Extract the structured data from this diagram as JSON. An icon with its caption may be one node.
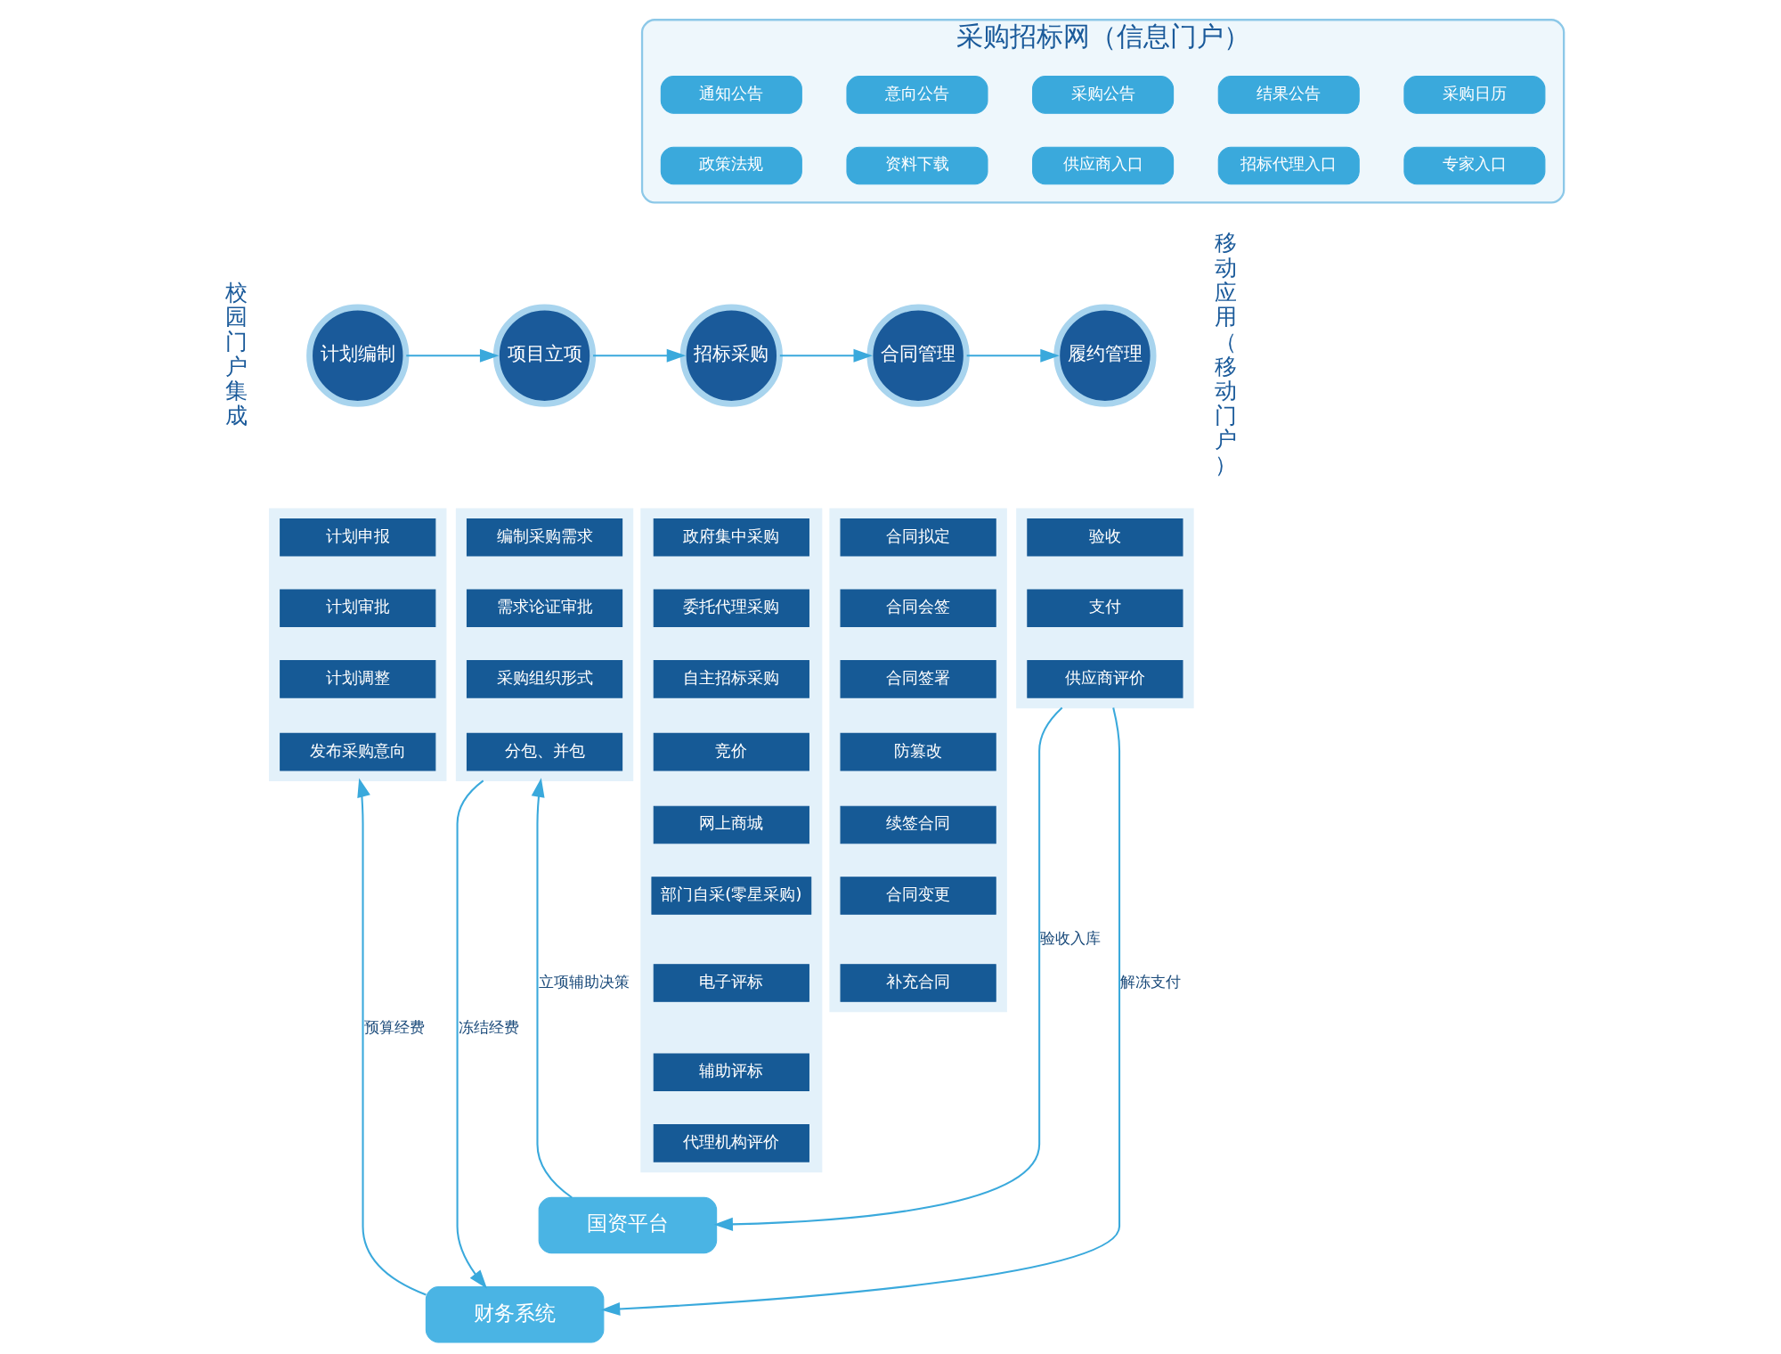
{
  "diagram": {
    "nodes": [
      {
        "text": [
          "采购招标网（信息门户）"
        ]
      },
      {
        "text": [
          "通知公告"
        ],
        "in": 0
      },
      {
        "text": [
          "意向公告"
        ],
        "in": 0
      },
      {
        "text": [
          "采购公告"
        ],
        "in": 0
      },
      {
        "text": [
          "结果公告"
        ],
        "in": 0
      },
      {
        "text": [
          "采购日历"
        ],
        "in": 0
      },
      {
        "text": [
          "政策法规"
        ],
        "in": 0
      },
      {
        "text": [
          "资料下载"
        ],
        "in": 0
      },
      {
        "text": [
          "供应商入口"
        ],
        "in": 0
      },
      {
        "text": [
          "招标代理入口"
        ],
        "in": 0
      },
      {
        "text": [
          "专家入口"
        ],
        "in": 0
      },
      {
        "text": [
          "计划编制"
        ]
      },
      {
        "text": [
          "项目立项"
        ]
      },
      {
        "text": [
          "招标采购"
        ]
      },
      {
        "text": [
          "合同管理"
        ]
      },
      {
        "text": [
          "履约管理"
        ]
      },
      {
        "text": [],
        "shape": "box"
      },
      {
        "text": [
          "计划申报"
        ],
        "in": 16
      },
      {
        "text": [
          "计划审批"
        ],
        "in": 16
      },
      {
        "text": [
          "计划调整"
        ],
        "in": 16
      },
      {
        "text": [
          "发布采购意向"
        ],
        "in": 16
      },
      {
        "text": [],
        "shape": "box"
      },
      {
        "text": [
          "编制采购需求"
        ],
        "in": 21
      },
      {
        "text": [
          "需求论证审批"
        ],
        "in": 21
      },
      {
        "text": [
          "采购组织形式"
        ],
        "in": 21
      },
      {
        "text": [
          "分包、并包"
        ],
        "in": 21
      },
      {
        "text": [],
        "shape": "box"
      },
      {
        "text": [
          "政府集中采购"
        ],
        "in": 26
      },
      {
        "text": [
          "委托代理采购"
        ],
        "in": 26
      },
      {
        "text": [
          "自主招标采购"
        ],
        "in": 26
      },
      {
        "text": [
          "竞价"
        ],
        "in": 26
      },
      {
        "text": [
          "网上商城"
        ],
        "in": 26
      },
      {
        "text": [
          "部门自采(零星采购)"
        ],
        "in": 26
      },
      {
        "text": [
          "电子评标"
        ],
        "in": 26
      },
      {
        "text": [
          "辅助评标"
        ],
        "in": 26
      },
      {
        "text": [
          "代理机构评价"
        ],
        "in": 26
      },
      {
        "text": [],
        "shape": "box"
      },
      {
        "text": [
          "合同拟定"
        ],
        "in": 36
      },
      {
        "text": [
          "合同会签"
        ],
        "in": 36
      },
      {
        "text": [
          "合同签署"
        ],
        "in": 36
      },
      {
        "text": [
          "防篡改"
        ],
        "in": 36
      },
      {
        "text": [
          "续签合同"
        ],
        "in": 36
      },
      {
        "text": [
          "合同变更"
        ],
        "in": 36
      },
      {
        "text": [
          "补充合同"
        ],
        "in": 36
      },
      {
        "text": [],
        "shape": "box"
      },
      {
        "text": [
          "验收"
        ],
        "in": 44
      },
      {
        "text": [
          "支付"
        ],
        "in": 44
      },
      {
        "text": [
          "供应商评价"
        ],
        "in": 44
      },
      {
        "text": [
          "国资平台"
        ]
      },
      {
        "text": [
          "财务系统"
        ]
      }
    ],
    "edges": [
      {
        "from": 11,
        "to": 12,
        "arrow": "to"
      },
      {
        "from": 12,
        "to": 13,
        "arrow": "to"
      },
      {
        "from": 13,
        "to": 14,
        "arrow": "to"
      },
      {
        "from": 14,
        "to": 15,
        "arrow": "to"
      },
      {
        "from": 49,
        "to": 16,
        "arrow": "to",
        "label": "预算经费"
      },
      {
        "from": 21,
        "to": 49,
        "arrow": "to",
        "label": "冻结经费"
      },
      {
        "from": 48,
        "to": 21,
        "arrow": "to",
        "label": "立项辅助决策"
      },
      {
        "from": 44,
        "to": 48,
        "arrow": "to",
        "label": "验收入库"
      },
      {
        "from": 44,
        "to": 49,
        "arrow": "to",
        "label": "解冻支付"
      }
    ],
    "labels": [
      "校园门户集成",
      "移动应用（移动门户）"
    ]
  }
}
